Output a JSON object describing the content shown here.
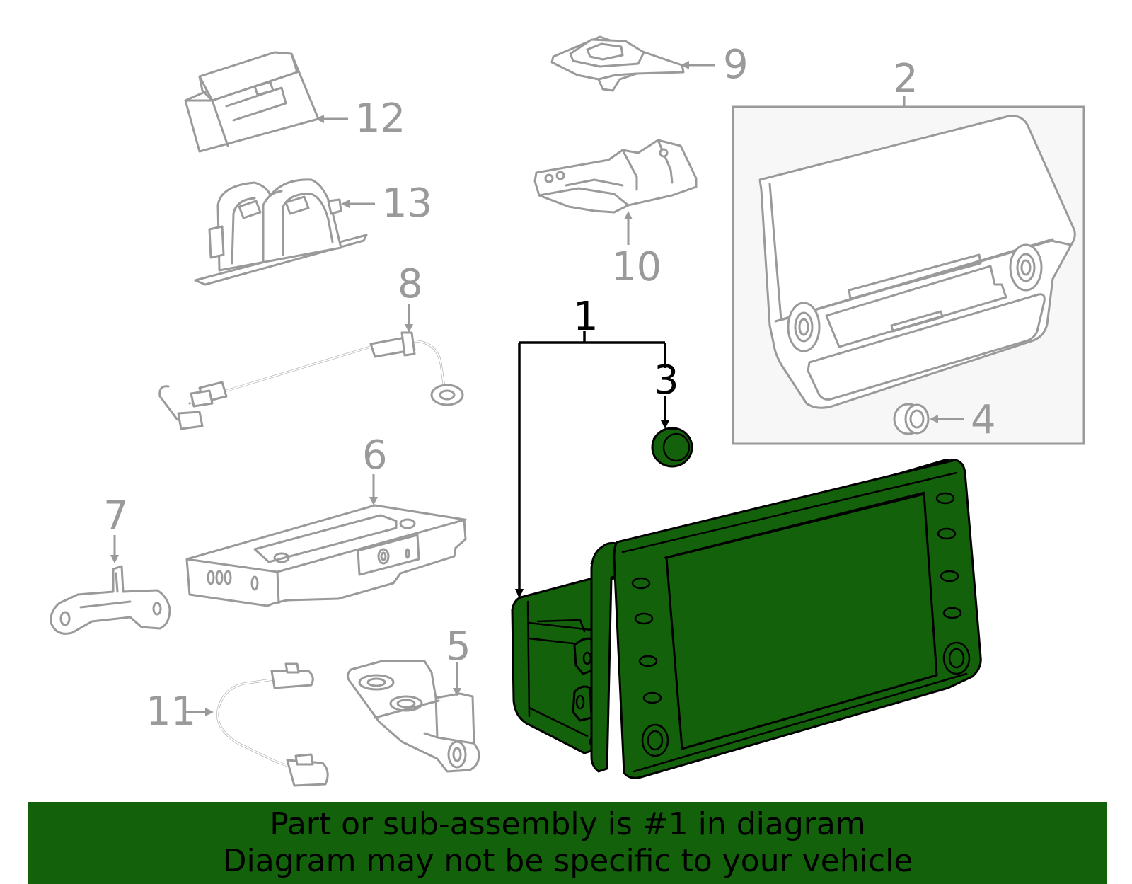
{
  "callouts": {
    "c1": "1",
    "c2": "2",
    "c3": "3",
    "c4": "4",
    "c5": "5",
    "c6": "6",
    "c7": "7",
    "c8": "8",
    "c9": "9",
    "c10": "10",
    "c11": "11",
    "c12": "12",
    "c13": "13"
  },
  "highlighted_part": "1",
  "banner": {
    "line1": "Part or sub-assembly is #1 in diagram",
    "line2": "Diagram may not be specific to your vehicle"
  },
  "colors": {
    "highlight": "#13610a",
    "part_outline": "#9a9a9a",
    "banner_bg": "#13610a"
  }
}
